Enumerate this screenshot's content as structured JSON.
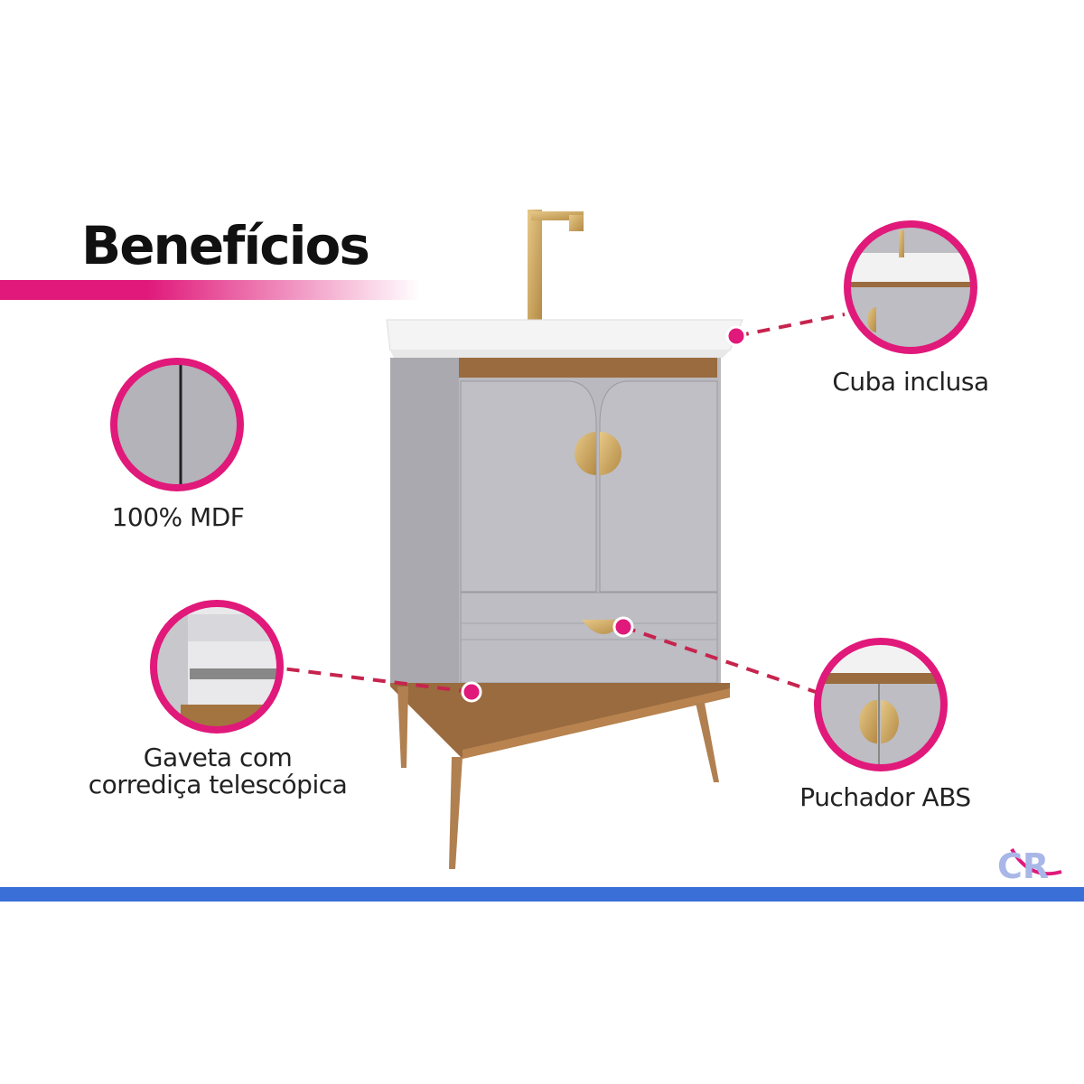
{
  "title": "Benefícios",
  "features": {
    "mdf": "100% MDF",
    "drawer_line1": "Gaveta com",
    "drawer_line2": "corrediça telescópica",
    "basin": "Cuba inclusa",
    "handle": "Puchador ABS"
  },
  "logo": {
    "text": "CR"
  },
  "colors": {
    "accent": "#e0197a",
    "bottom_bar": "#3a6fd8",
    "cabinet": "#b9b9bf",
    "wood": "#9a6b3f",
    "gold": "#c9a25d"
  }
}
